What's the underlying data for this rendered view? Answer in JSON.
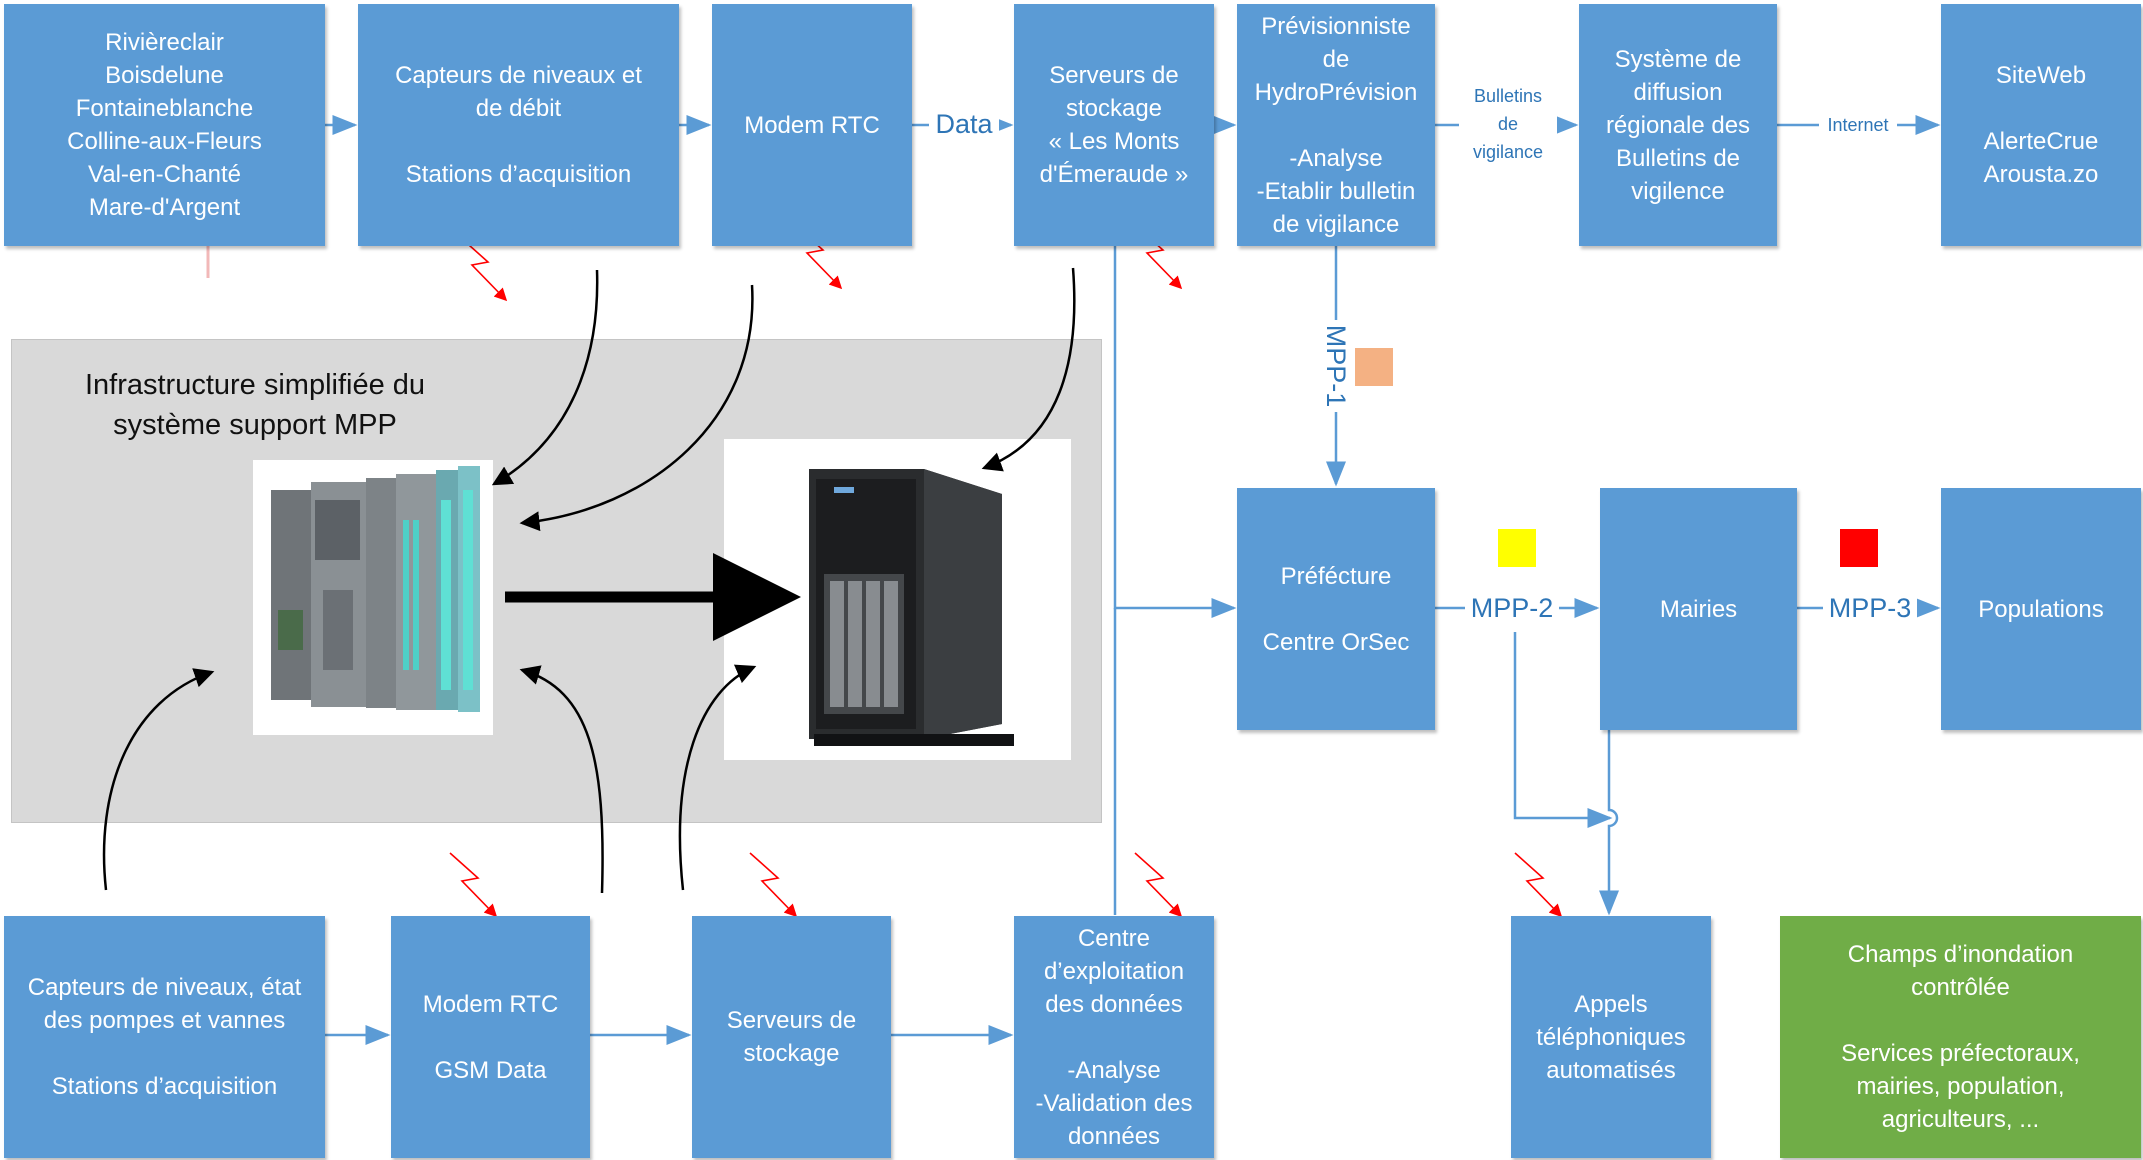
{
  "diagram": {
    "title": [
      "Infrastructure simplifiée du",
      "système support MPP"
    ],
    "colors": {
      "box_blue": "#5b9bd5",
      "box_green": "#70ad47",
      "arrow_blue": "#5b9bd5",
      "label_blue": "#2e75b6",
      "panel_gray": "#d9d9d9",
      "lightning_red": "#ff0000",
      "marker_mpp1": "#f4b183",
      "marker_mpp2": "#ffff00",
      "marker_mpp3": "#ff0000"
    },
    "boxes": {
      "communes": [
        "Rivièreclair",
        "Boisdelune",
        "Fontaineblanche",
        "Colline-aux-Fleurs",
        "Val-en-Chanté",
        "Mare-d'Argent"
      ],
      "capteurs_top": [
        "Capteurs de niveaux et",
        "de débit",
        "",
        "Stations d’acquisition"
      ],
      "modem_top": [
        "Modem RTC"
      ],
      "serveurs_top": [
        "Serveurs de",
        "stockage",
        "« Les Monts",
        "d'Émeraude »"
      ],
      "previsionniste": [
        "Prévisionniste",
        "de",
        "HydroPrévision",
        "",
        "-Analyse",
        "-Etablir bulletin",
        "de vigilance"
      ],
      "systeme_diffusion": [
        "Système de",
        "diffusion",
        "régionale des",
        "Bulletins de",
        "vigilence"
      ],
      "siteweb": [
        "SiteWeb",
        "",
        "AlerteCrue",
        "Arousta.zo"
      ],
      "prefecture": [
        "Préfécture",
        "",
        "Centre OrSec"
      ],
      "mairies": [
        "Mairies"
      ],
      "populations": [
        "Populations"
      ],
      "capteurs_bottom": [
        "Capteurs de niveaux, état",
        "des pompes et vannes",
        "",
        "Stations d’acquisition"
      ],
      "modem_bottom": [
        "Modem RTC",
        "",
        "GSM Data"
      ],
      "serveurs_bottom": [
        "Serveurs de",
        "stockage"
      ],
      "centre_exploitation": [
        "Centre",
        "d’exploitation",
        "des données",
        "",
        "-Analyse",
        "-Validation des",
        "données"
      ],
      "appels": [
        "Appels",
        "téléphoniques",
        "automatisés"
      ],
      "champs": [
        "Champs d’inondation",
        "contrôlée",
        "",
        "Services préfectoraux,",
        "mairies, population,",
        "agriculteurs, ..."
      ]
    },
    "edge_labels": {
      "data": "Data",
      "bulletins": [
        "Bulletins",
        "de",
        "vigilance"
      ],
      "internet": "Internet",
      "mpp1": "MPP-1",
      "mpp2": "MPP-2",
      "mpp3": "MPP-3"
    },
    "images": {
      "plc": "plc-rack-photo",
      "server": "tower-server-photo"
    }
  }
}
